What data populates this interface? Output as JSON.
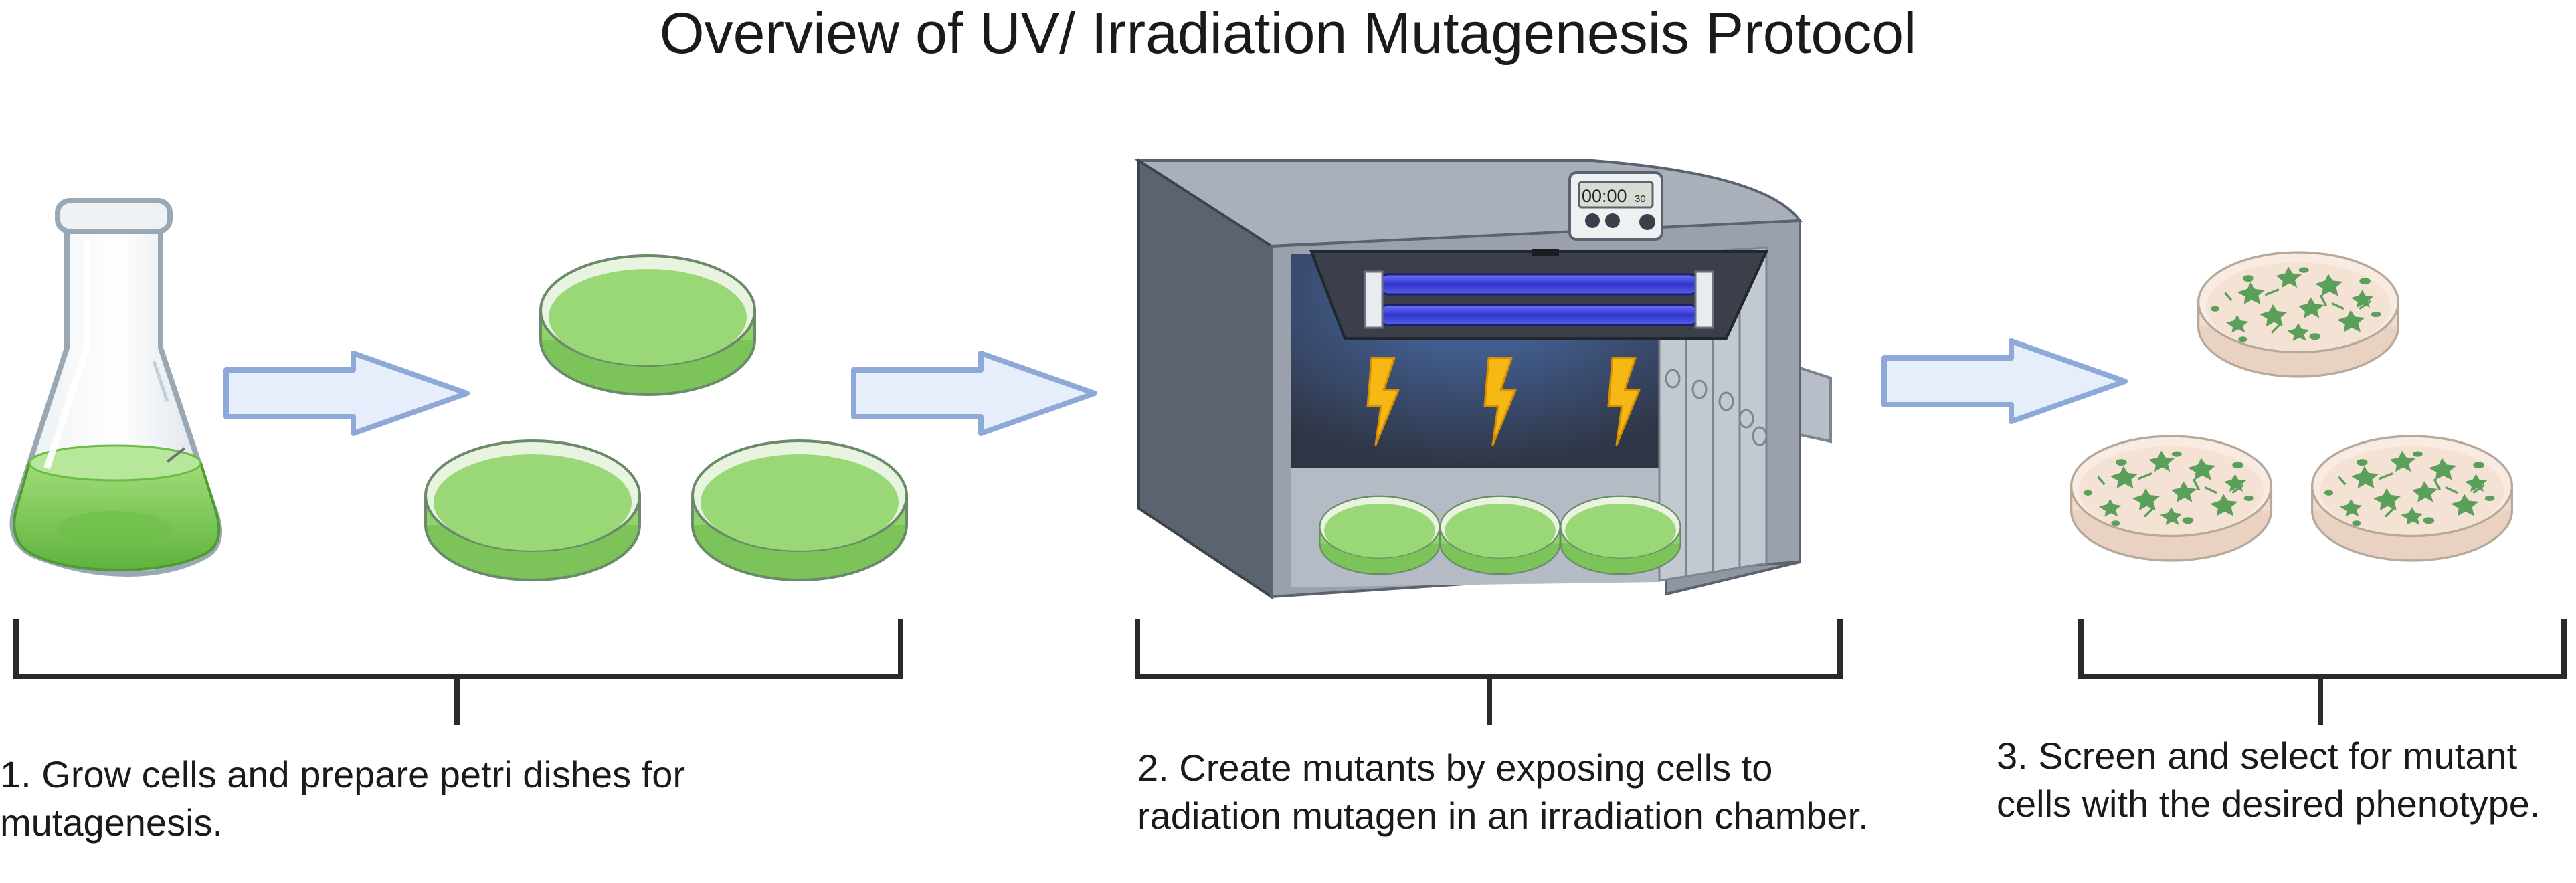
{
  "title": "Overview of UV/ Irradiation Mutagenesis Protocol",
  "timer": {
    "display": "00:00",
    "seconds": "30"
  },
  "steps": [
    {
      "caption": "1. Grow cells and prepare petri dishes for mutagenesis."
    },
    {
      "caption": "2. Create mutants by exposing cells to radiation mutagen in an irradiation chamber."
    },
    {
      "caption": "3. Screen and select for mutant cells with the desired phenotype."
    }
  ],
  "colors": {
    "culture_green": "#8fd46a",
    "culture_green_dark": "#5fb33f",
    "arrow_fill": "#e6eefb",
    "arrow_stroke": "#8ea9d8",
    "chamber_dark": "#5c6370",
    "chamber_mid": "#9aa1ad",
    "chamber_light": "#bfc5cd",
    "chamber_interior": "#2f3544",
    "uv_blue": "#3b3fd0",
    "bolt_yellow": "#f5b814",
    "agar_beige": "#f4e2d4",
    "colony_green": "#5aa05a",
    "bracket": "#2a2a2a"
  },
  "icons": [
    "flask-icon",
    "petri-dish-icon",
    "arrow-right-icon",
    "irradiation-chamber-icon",
    "uv-lamp-icon",
    "lightning-bolt-icon",
    "timer-icon"
  ]
}
